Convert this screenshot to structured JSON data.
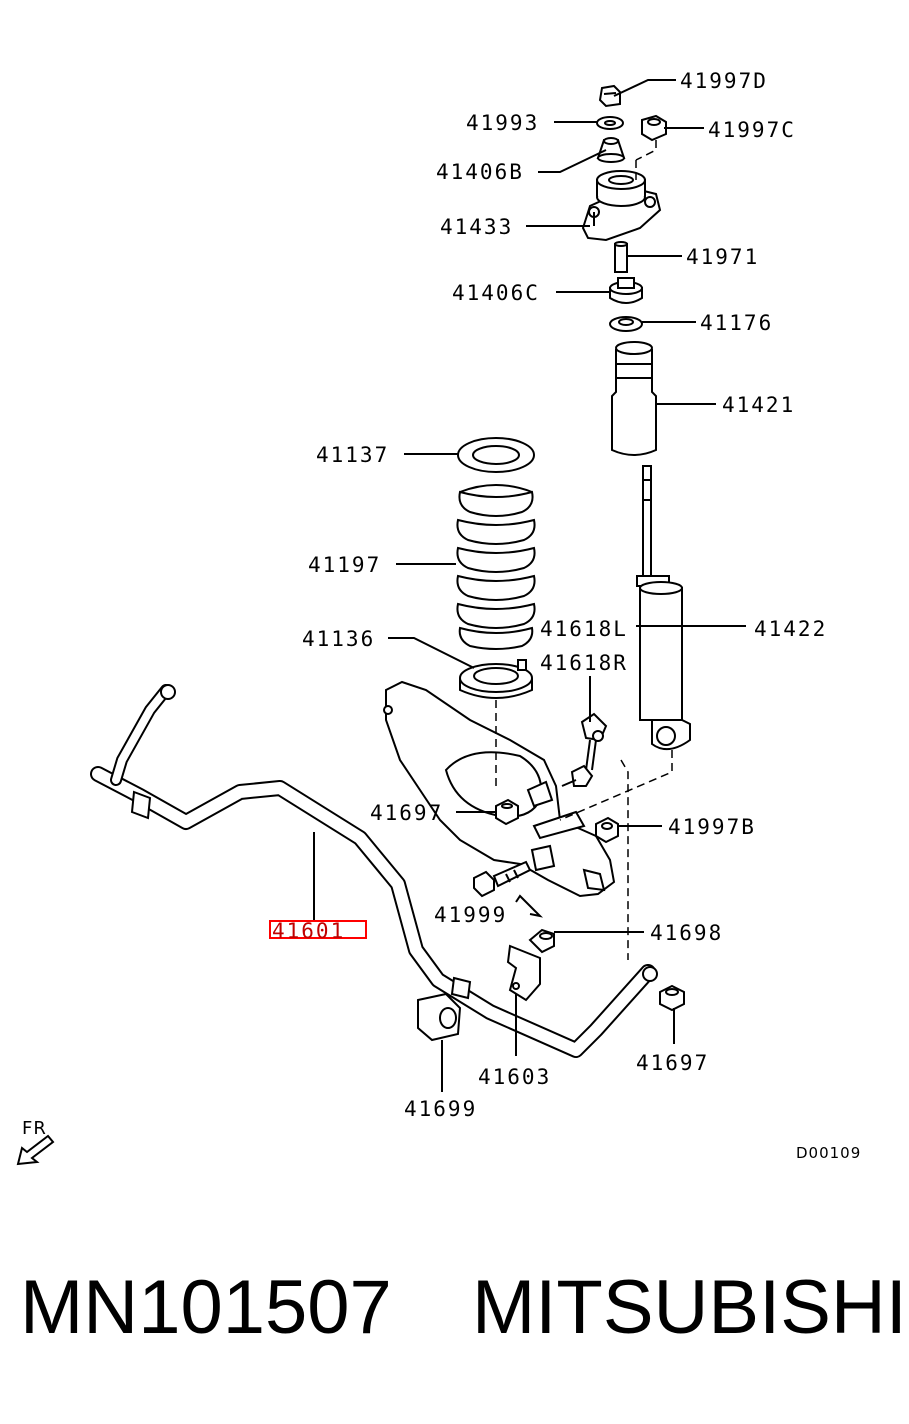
{
  "labels": {
    "l41997D": "41997D",
    "l41993": "41993",
    "l41997C": "41997C",
    "l41406B": "41406B",
    "l41433": "41433",
    "l41971": "41971",
    "l41406C": "41406C",
    "l41176": "41176",
    "l41421": "41421",
    "l41137": "41137",
    "l41197": "41197",
    "l41136": "41136",
    "l41618L": "41618L",
    "l41618R": "41618R",
    "l41422": "41422",
    "l41697a": "41697",
    "l41997B": "41997B",
    "l41999": "41999",
    "l41601": "41601",
    "l41698": "41698",
    "l41603": "41603",
    "l41697b": "41697",
    "l41699": "41699",
    "fr": "FR",
    "code": "D00109"
  },
  "highlight_color": "#ff0000",
  "footer": {
    "part_number": "MN101507",
    "brand": "MITSUBISHI"
  }
}
